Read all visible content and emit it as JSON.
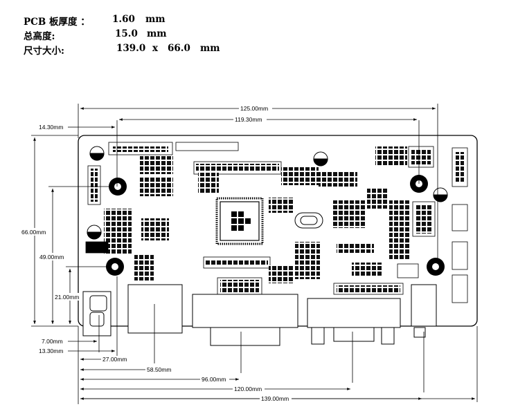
{
  "specs": {
    "thickness": {
      "label": "PCB 板厚度 ：",
      "value": "1.60",
      "unit": "mm"
    },
    "height": {
      "label": "总高度:",
      "value": "15.0",
      "unit": "mm"
    },
    "size": {
      "label": "尺寸大小:",
      "w": "139.0",
      "x": "x",
      "h": "66.0",
      "unit": "mm"
    }
  },
  "dimensions": {
    "overall_width": "125.00mm",
    "hole_span_top": "119.30mm",
    "left_top_offset": "14.30mm",
    "height_total": "66.00mm",
    "height_49": "49.00mm",
    "height_21": "21.00mm",
    "offset_7": "7.00mm",
    "offset_13": "13.30mm",
    "dim_27": "27.00mm",
    "dim_58": "58.50mm",
    "dim_96": "96.00mm",
    "dim_120": "120.00mm",
    "dim_139": "139.00mm"
  }
}
